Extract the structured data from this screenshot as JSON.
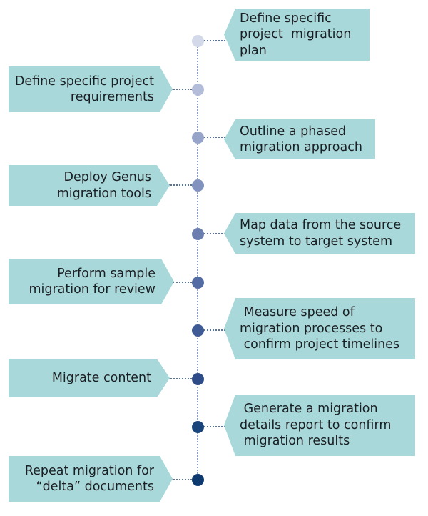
{
  "diagram": {
    "title": "",
    "box_color": "#a8d8d9",
    "text_color": "#1b1f24",
    "spine_color": "#8aa0bd",
    "steps": [
      {
        "side": "right",
        "lines": [
          "Define specific",
          "project  migration",
          "plan"
        ],
        "dot_color": "#d3d9e8"
      },
      {
        "side": "left",
        "lines": [
          "Define specific project",
          "requirements"
        ],
        "dot_color": "#b3bcd9"
      },
      {
        "side": "right",
        "lines": [
          "Outline a phased",
          "migration approach"
        ],
        "dot_color": "#97a4c9"
      },
      {
        "side": "left",
        "lines": [
          "Deploy Genus",
          "migration tools"
        ],
        "dot_color": "#8092bd"
      },
      {
        "side": "right",
        "lines": [
          "Map data from the source",
          "system to target system"
        ],
        "dot_color": "#6a7fb0"
      },
      {
        "side": "left",
        "lines": [
          "Perform sample",
          "migration for review"
        ],
        "dot_color": "#546ca4"
      },
      {
        "side": "right",
        "lines": [
          " Measure speed of",
          "migration processes to",
          " confirm project timelines"
        ],
        "dot_color": "#3f5b95"
      },
      {
        "side": "left",
        "lines": [
          "Migrate content"
        ],
        "dot_color": "#2e4d88"
      },
      {
        "side": "right",
        "lines": [
          " Generate a migration",
          "details report to confirm",
          " migration results"
        ],
        "dot_color": "#1a447c"
      },
      {
        "side": "left",
        "lines": [
          "Repeat migration for",
          "“delta” documents"
        ],
        "dot_color": "#0e3a70"
      }
    ]
  }
}
